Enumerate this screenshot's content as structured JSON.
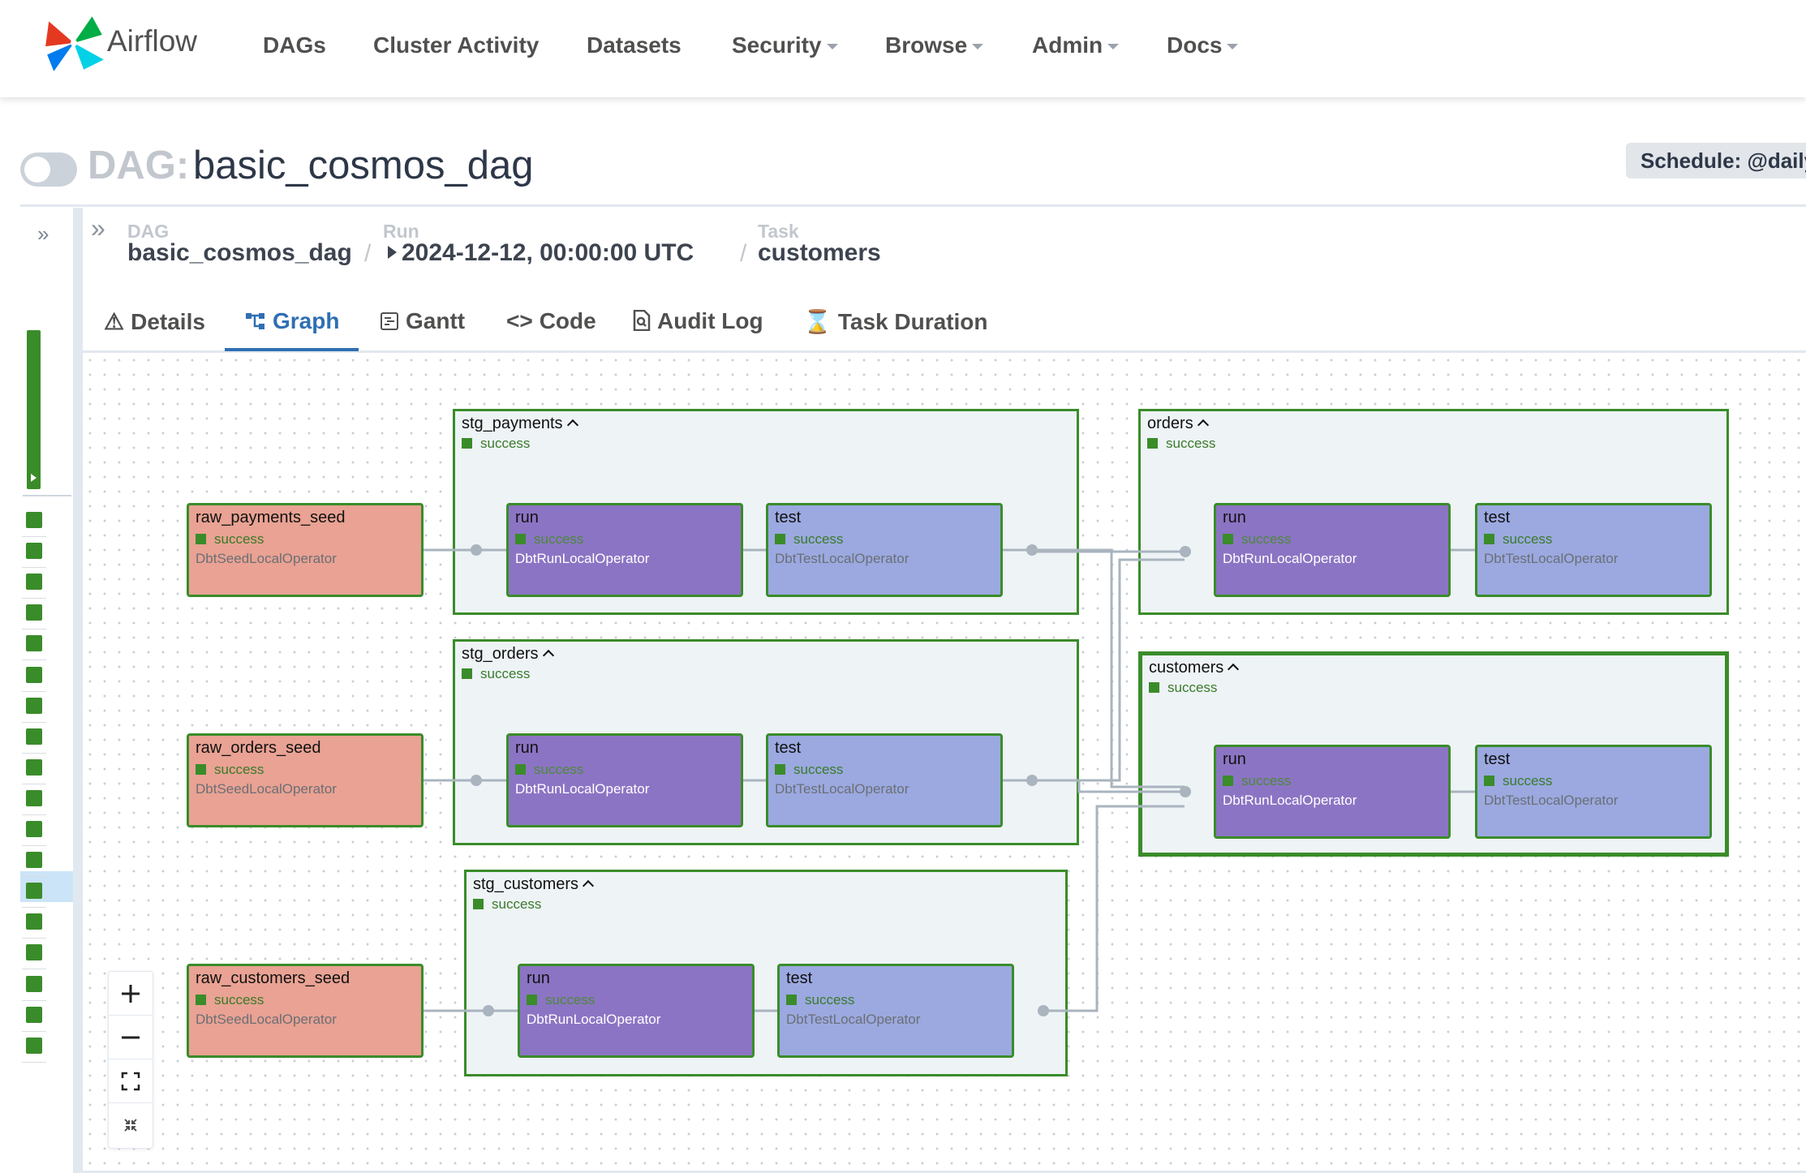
{
  "nav": {
    "logo_text": "Airflow",
    "items": [
      "DAGs",
      "Cluster Activity",
      "Datasets",
      "Security",
      "Browse",
      "Admin",
      "Docs"
    ]
  },
  "dag_title": {
    "label": "DAG:",
    "name": "basic_cosmos_dag",
    "schedule": "Schedule: @daily"
  },
  "breadcrumb": {
    "dag_label": "DAG",
    "dag_value": "basic_cosmos_dag",
    "run_label": "Run",
    "run_value": "2024-12-12, 00:00:00 UTC",
    "task_label": "Task",
    "task_value": "customers",
    "separator": "/"
  },
  "tabs": [
    "Details",
    "Graph",
    "Gantt",
    "Code",
    "Audit Log",
    "Task Duration"
  ],
  "active_tab": "Graph",
  "grid": {
    "run_count": 18,
    "selected_run_index": 12,
    "status_color": "#3a8c2a"
  },
  "graph": {
    "groups": {
      "stg_payments": {
        "title": "stg_payments",
        "status": "success"
      },
      "stg_orders": {
        "title": "stg_orders",
        "status": "success"
      },
      "stg_customers": {
        "title": "stg_customers",
        "status": "success"
      },
      "orders": {
        "title": "orders",
        "status": "success"
      },
      "customers": {
        "title": "customers",
        "status": "success"
      }
    },
    "nodes": {
      "raw_payments_seed": {
        "title": "raw_payments_seed",
        "status": "success",
        "operator": "DbtSeedLocalOperator"
      },
      "raw_orders_seed": {
        "title": "raw_orders_seed",
        "status": "success",
        "operator": "DbtSeedLocalOperator"
      },
      "raw_customers_seed": {
        "title": "raw_customers_seed",
        "status": "success",
        "operator": "DbtSeedLocalOperator"
      },
      "stg_payments_run": {
        "title": "run",
        "status": "success",
        "operator": "DbtRunLocalOperator"
      },
      "stg_payments_test": {
        "title": "test",
        "status": "success",
        "operator": "DbtTestLocalOperator"
      },
      "stg_orders_run": {
        "title": "run",
        "status": "success",
        "operator": "DbtRunLocalOperator"
      },
      "stg_orders_test": {
        "title": "test",
        "status": "success",
        "operator": "DbtTestLocalOperator"
      },
      "stg_customers_run": {
        "title": "run",
        "status": "success",
        "operator": "DbtRunLocalOperator"
      },
      "stg_customers_test": {
        "title": "test",
        "status": "success",
        "operator": "DbtTestLocalOperator"
      },
      "orders_run": {
        "title": "run",
        "status": "success",
        "operator": "DbtRunLocalOperator"
      },
      "orders_test": {
        "title": "test",
        "status": "success",
        "operator": "DbtTestLocalOperator"
      },
      "customers_run": {
        "title": "run",
        "status": "success",
        "operator": "DbtRunLocalOperator"
      },
      "customers_test": {
        "title": "test",
        "status": "success",
        "operator": "DbtTestLocalOperator"
      }
    },
    "colors": {
      "success": "#3a8c2a",
      "seed_node": "#e9a293",
      "run_node": "#8c74c4",
      "test_node": "#9ba9e0",
      "group_bg": "#eef3f6",
      "edge": "#a9b4bf"
    }
  },
  "zoom_controls": [
    "zoom-in",
    "zoom-out",
    "fit-view",
    "collapse"
  ]
}
